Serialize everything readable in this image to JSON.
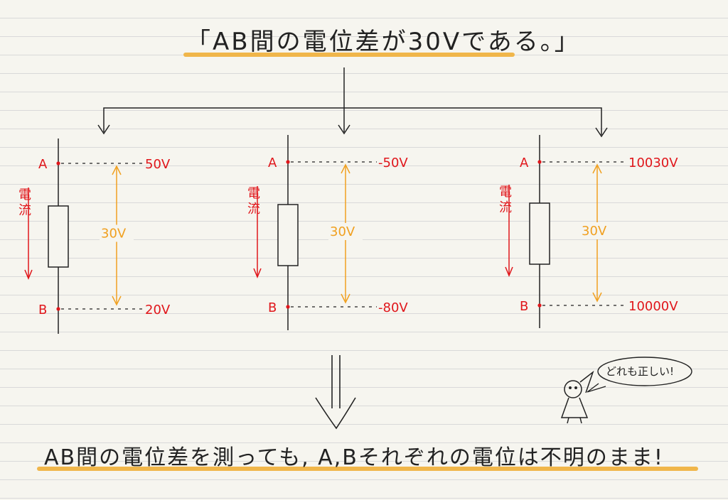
{
  "title": "「AB間の電位差が30Vである。」",
  "conclusion": "AB間の電位差を測っても, A,Bそれぞれの電位は不明のまま!",
  "speech_bubble": "どれも正しい!",
  "current_label": "電流",
  "point_a": "A",
  "point_b": "B",
  "cases": [
    {
      "potential_a": "50V",
      "potential_b": "20V",
      "difference": "30V"
    },
    {
      "potential_a": "-50V",
      "potential_b": "-80V",
      "difference": "30V"
    },
    {
      "potential_a": "10030V",
      "potential_b": "10000V",
      "difference": "30V"
    }
  ],
  "colors": {
    "highlight": "#f0b64a",
    "label_red": "#e0161b",
    "difference_orange": "#f0a020",
    "ink": "#222222"
  }
}
